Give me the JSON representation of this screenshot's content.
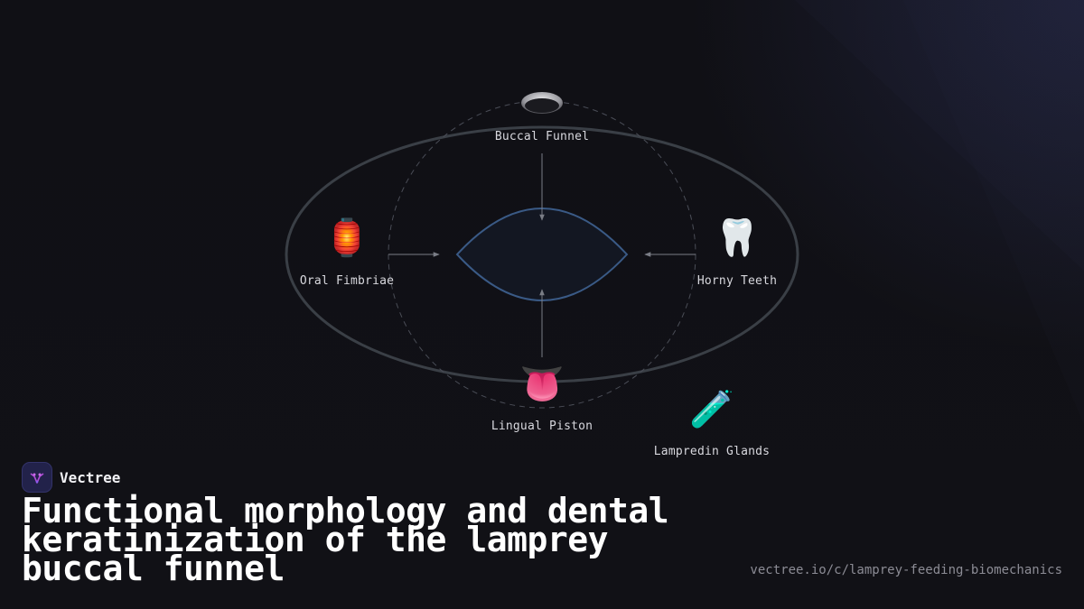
{
  "brand": {
    "name": "Vectree",
    "logo_icon": "vectree-logo-icon"
  },
  "headline": "Functional morphology and dental keratinization of the lamprey buccal funnel",
  "url": "vectree.io/c/lamprey-feeding-biomechanics",
  "diagram": {
    "nodes": [
      {
        "id": "buccal-funnel",
        "label": "Buccal Funnel",
        "icon": "funnel-disc-icon"
      },
      {
        "id": "oral-fimbriae",
        "label": "Oral Fimbriae",
        "icon": "lantern-icon",
        "glyph": "🏮"
      },
      {
        "id": "horny-teeth",
        "label": "Horny Teeth",
        "icon": "tooth-icon",
        "glyph": "🦷"
      },
      {
        "id": "lingual-piston",
        "label": "Lingual Piston",
        "icon": "tongue-icon",
        "glyph": "👅"
      },
      {
        "id": "lampredin-glands",
        "label": "Lampredin Glands",
        "icon": "test-tube-icon",
        "glyph": "🧪"
      }
    ]
  },
  "colors": {
    "background": "#111116",
    "outer_orbit": "#3a3f46",
    "inner_orbit_dashed": "#4a4d57",
    "lens_stroke": "#3a5a86",
    "arrow": "#7a7d86",
    "logo_accent": "#b04cd8"
  }
}
